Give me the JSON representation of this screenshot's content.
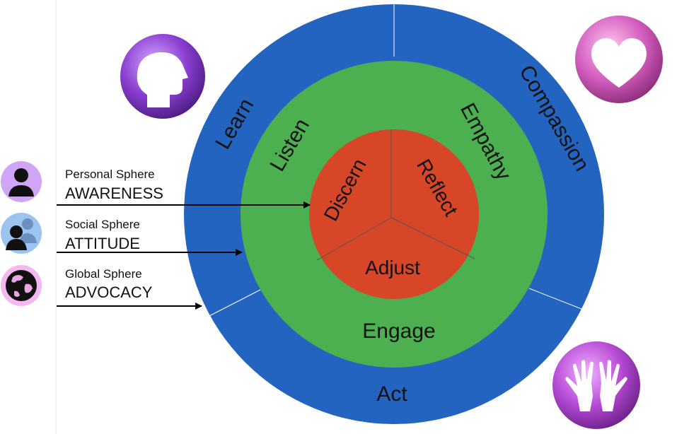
{
  "colors": {
    "outer_ring": "#2364c0",
    "middle_ring": "#4caf50",
    "inner_circle": "#d84628",
    "icon_purple": "#8a3fd0",
    "icon_pink": "#d45fc0"
  },
  "rings": {
    "outer": {
      "labels": [
        "Learn",
        "Compassion",
        "Act"
      ]
    },
    "middle": {
      "labels": [
        "Listen",
        "Empathy",
        "Engage"
      ]
    },
    "inner": {
      "labels": [
        "Discern",
        "Reflect",
        "Adjust"
      ]
    }
  },
  "legend": [
    {
      "title": "Personal Sphere",
      "value": "AWARENESS",
      "icon": "person-icon"
    },
    {
      "title": "Social Sphere",
      "value": "ATTITUDE",
      "icon": "group-icon"
    },
    {
      "title": "Global Sphere",
      "value": "ADVOCACY",
      "icon": "globe-icon"
    }
  ],
  "corner_icons": [
    "head-icon",
    "heart-icon",
    "hands-icon"
  ]
}
